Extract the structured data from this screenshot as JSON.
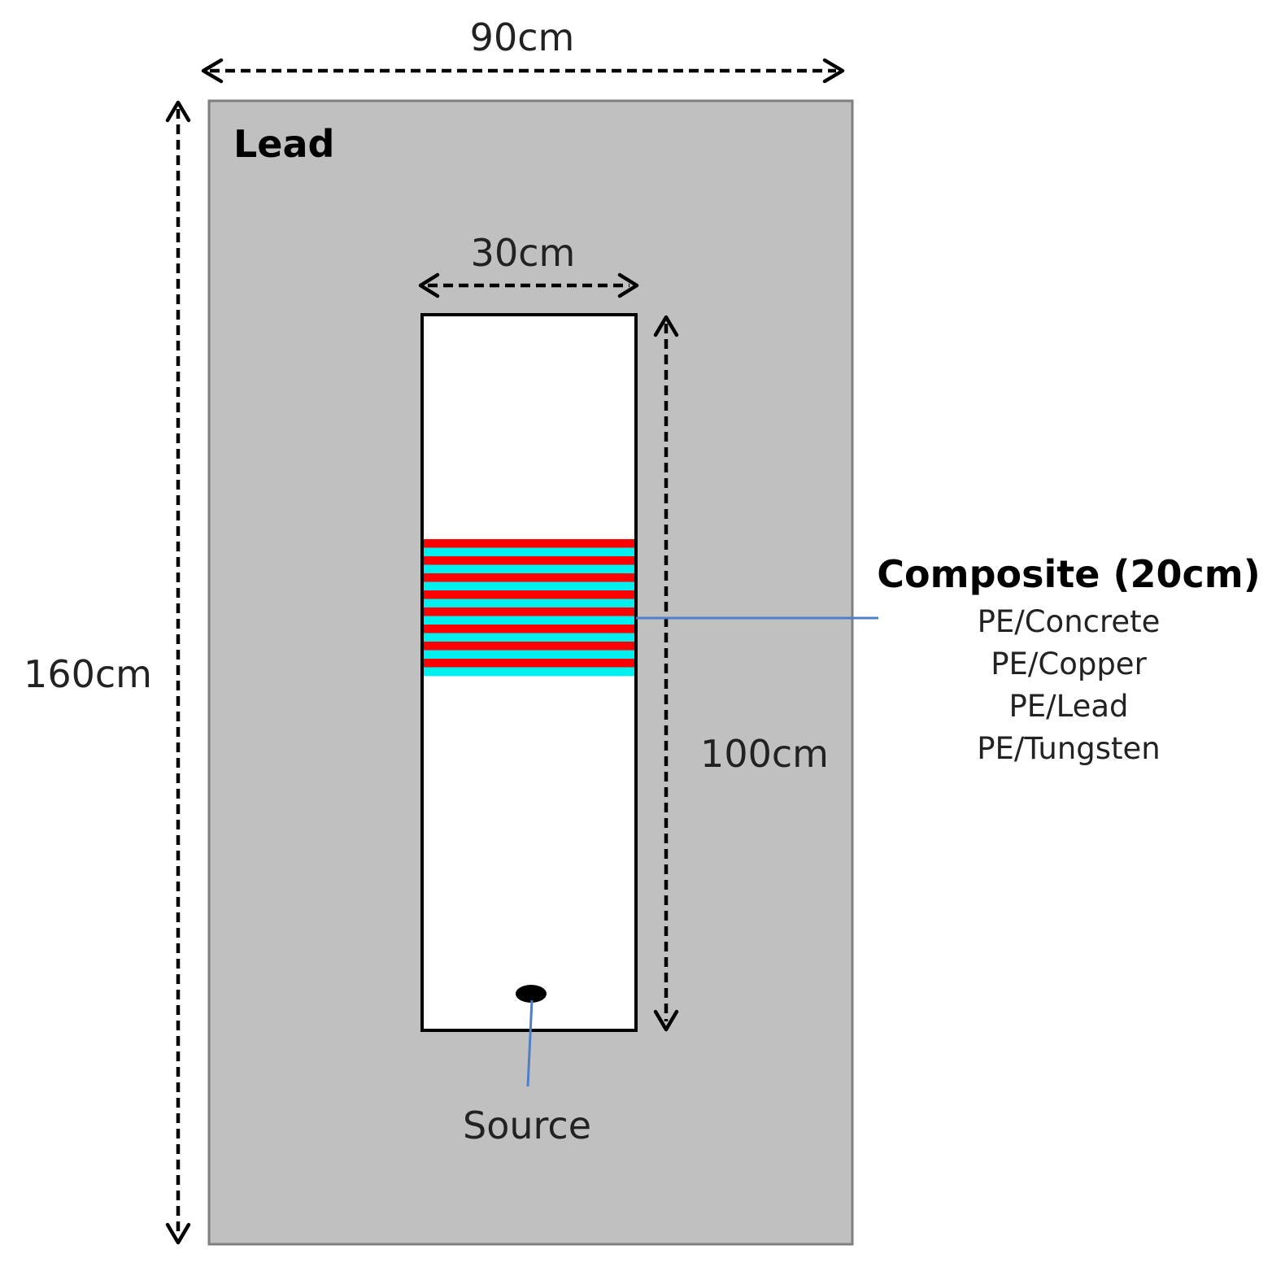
{
  "labels": {
    "outer_width": "90cm",
    "outer_height": "160cm",
    "outer_material": "Lead",
    "inner_width": "30cm",
    "inner_height": "100cm",
    "composite_title": "Composite (20cm)",
    "composite_options": [
      "PE/Concrete",
      "PE/Copper",
      "PE/Lead",
      "PE/Tungsten"
    ],
    "source": "Source"
  },
  "colors": {
    "lead": "#c0c0c0",
    "lead_border": "#7f7f7f",
    "composite_red": "#ff0000",
    "composite_cyan": "#00f0f0",
    "leader_line": "#4f7fc4",
    "source": "#000000"
  }
}
